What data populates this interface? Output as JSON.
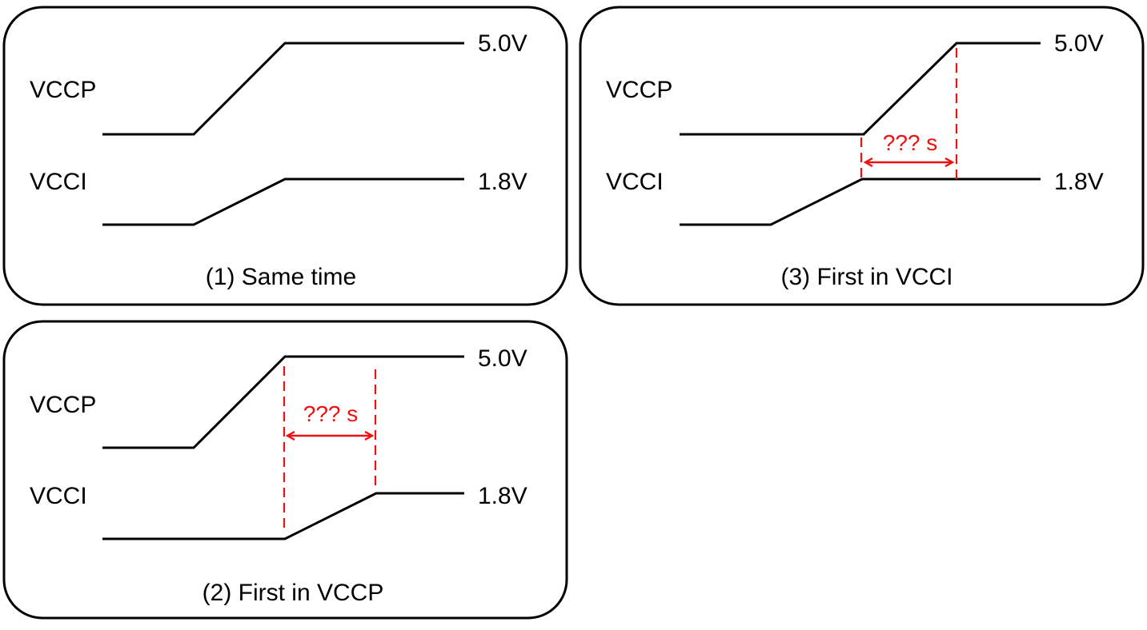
{
  "colors": {
    "frame": "#000000",
    "waveform": "#000000",
    "delay_annotation": "#ee1111"
  },
  "panels": [
    {
      "id": "panel-1",
      "caption": "(1) Same time",
      "signal_top": "VCCP",
      "signal_bottom": "VCCI",
      "level_top": "5.0V",
      "level_bottom": "1.8V",
      "delay_label": ""
    },
    {
      "id": "panel-2",
      "caption": "(2) First in VCCP",
      "signal_top": "VCCP",
      "signal_bottom": "VCCI",
      "level_top": "5.0V",
      "level_bottom": "1.8V",
      "delay_label": "??? s"
    },
    {
      "id": "panel-3",
      "caption": "(3) First in VCCI",
      "signal_top": "VCCP",
      "signal_bottom": "VCCI",
      "level_top": "5.0V",
      "level_bottom": "1.8V",
      "delay_label": "??? s"
    }
  ]
}
